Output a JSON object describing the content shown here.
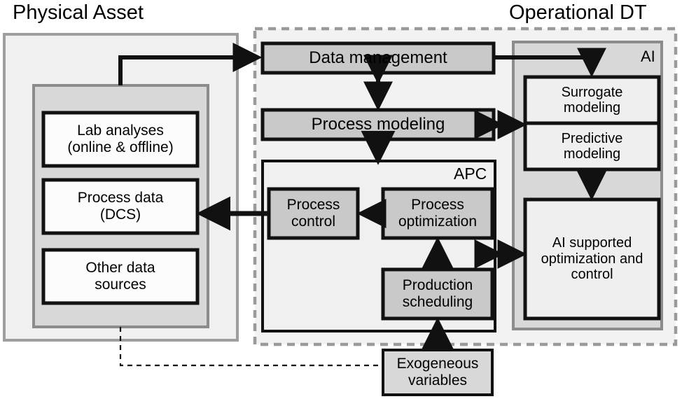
{
  "diagram": {
    "title_left": "Physical Asset",
    "title_right": "Operational DT",
    "group_labels": {
      "ai": "AI",
      "apc": "APC"
    },
    "nodes": {
      "lab_analyses": "Lab analyses\n(online & offline)",
      "lab_analyses_line1": "Lab analyses",
      "lab_analyses_line2": "(online & offline)",
      "process_data_line1": "Process data",
      "process_data_line2": "(DCS)",
      "other_data_line1": "Other data",
      "other_data_line2": "sources",
      "data_management": "Data management",
      "process_modeling": "Process modeling",
      "process_control_line1": "Process",
      "process_control_line2": "control",
      "process_optimization_line1": "Process",
      "process_optimization_line2": "optimization",
      "production_scheduling_line1": "Production",
      "production_scheduling_line2": "scheduling",
      "surrogate_modeling_line1": "Surrogate",
      "surrogate_modeling_line2": "modeling",
      "predictive_modeling_line1": "Predictive",
      "predictive_modeling_line2": "modeling",
      "ai_supported_line1": "AI supported",
      "ai_supported_line2": "optimization and",
      "ai_supported_line3": "control",
      "exogenous_line1": "Exogeneous",
      "exogenous_line2": "variables"
    },
    "colors": {
      "box_gray_fill": "#c9c9c9",
      "box_white_fill": "#fcfcfc",
      "panel_light_fill": "#f0f0f0",
      "panel_mid_fill": "#d8d8d8",
      "panel_border_gray": "#8c8c8c",
      "panel_border_outer": "#9e9e9e",
      "dashed_border": "#9a9a9a",
      "stroke_black": "#111111",
      "exogenous_fill": "#d8d8d8",
      "ai_box_fill": "#efefef"
    }
  }
}
